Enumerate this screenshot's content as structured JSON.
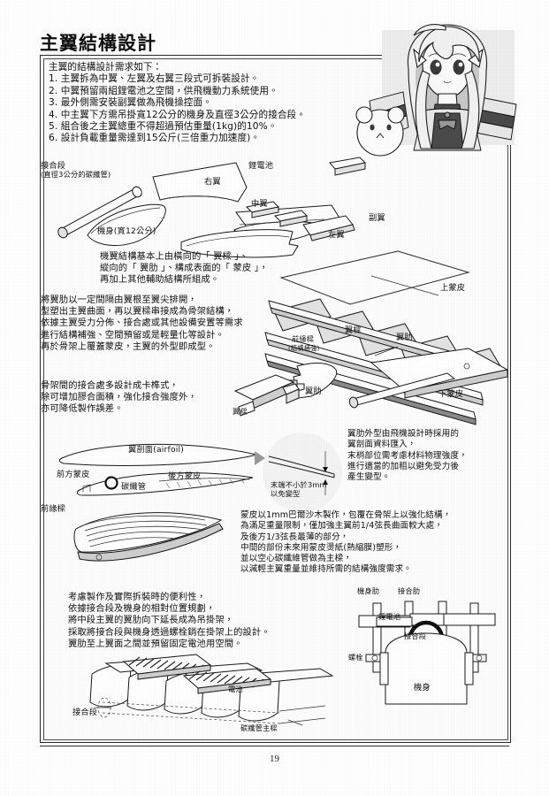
{
  "document": {
    "title": "主翼結構設計",
    "page_number": "19"
  },
  "requirements": {
    "lead": "主翼的結構設計需求如下：",
    "items": [
      "1. 主翼拆為中翼、左翼及右翼三段式可拆裝設計。",
      "2. 中翼預留兩組鋰電池之空間，供飛機動力系統使用。",
      "3. 最外側需安裝副翼做為飛機操控面。",
      "4. 中主翼下方需吊掛寬12公分的機身及直徑3公分的接合段。",
      "5. 組合後之主翼總重不得超過預估重量(1kg)的10%。",
      "6. 設計負載重量需達到15公斤(三倍重力加速度)。"
    ]
  },
  "exploded_view": {
    "joint_label_line1": "接合段",
    "joint_label_line2": "(直徑3公分的碳纖管)",
    "right_wing": "右翼",
    "fuselage": "機身(寬12公分)",
    "center_wing": "中翼",
    "battery": "鋰電池",
    "left_wing": "左翼",
    "aileron": "副翼"
  },
  "paragraphs": {
    "structure_basics": "機翼結構基本上由橫向的「 翼樑 」、\n縱向的「 翼肋 」、構成表面的「 蒙皮 」，\n再加上其他輔助結構所組成。",
    "design_process": "將翼肋以一定間隔由翼根至翼尖排開，\n型塑出主翼曲面，再以翼樑串接成為骨架結構，\n依據主翼受力分佈、接合處或其他設備安置等需求\n進行結構補強、空間預留或是輕量化等設計。\n再於骨架上覆蓋蒙皮，主翼的外型即成型。",
    "joint_design": "骨架間的接合處多設計成卡榫式，\n除可增加膠合面積，強化接合強度外，\n亦可降低製作誤差。",
    "rib_profile": "翼肋外型由飛機設計時採用的\n翼剖面資料匯入，\n末梢部位需考慮材料物理強度，\n進行適當的加粗以避免受力後\n產生變型。",
    "skin_material": "蒙皮以1mm巴爾沙木製作，包覆在骨架上以強化結構，\n為滿足重量限制，僅加強主翼前1/4弦長曲面較大處，\n及後方1/3弦長最薄的部分，\n中間的部份未來用蒙皮燙紙(熱縮膜)塑形，\n並以空心碳纖維管做為主樑，\n以減輕主翼重量並維持所需的結構強度需求。",
    "assembly": "考慮製作及實際拆裝時的便利性，\n依據接合段及機身的相對位置規劃，\n將中段主翼的翼肋向下延長成為吊掛架，\n採取將接合段與機身透過螺栓銷在掛架上的設計。\n翼肋至上翼面之間並預留固定電池用空間。"
  },
  "wing_structure_labels": {
    "upper_skin": "上蒙皮",
    "spar": "翼樑",
    "rib": "翼肋",
    "leading_edge_spar_line1": "前緣樑",
    "leading_edge_spar_line2": "(結構補強)",
    "lower_skin": "下蒙皮",
    "rib_detail": "翼肋",
    "spar_detail": "翼樑",
    "leading_spar_side": "前緣樑"
  },
  "airfoil_section": {
    "title": "翼剖面(airfoil)",
    "front_skin": "前方蒙皮",
    "rear_skin": "後方蒙皮",
    "carbon_tube": "碳纖管",
    "tip_note_line1": "末端不小於3mm",
    "tip_note_line2": "以免變型"
  },
  "cross_section": {
    "fuselage_rib": "機身肋",
    "joint_rib": "接合肋",
    "battery": "鋰電池",
    "joint_segment": "接合段",
    "bolt": "螺栓",
    "fuselage": "機身"
  },
  "bottom_assembly": {
    "joint_segment": "接合段",
    "battery": "電池",
    "carbon_main_spar": "碳纖管主樑"
  }
}
